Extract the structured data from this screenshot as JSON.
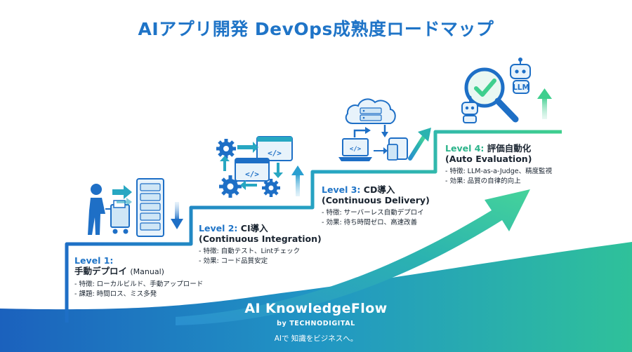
{
  "title": "AIアプリ開発 DevOps成熟度ロードマップ",
  "levels": [
    {
      "level": "Level 1:",
      "name": "手動デプロイ",
      "name_en": "(Manual)",
      "bullets": [
        "- 特徴: ローカルビルド、手動アップロード",
        "- 課題: 時間ロス、ミス多発"
      ]
    },
    {
      "level": "Level 2:",
      "name": "CI導入",
      "name_en": "(Continuous Integration)",
      "bullets": [
        "- 特徴: 自動テスト、Lintチェック",
        "- 効果: コード品質安定"
      ]
    },
    {
      "level": "Level 3:",
      "name": "CD導入",
      "name_en": "(Continuous Delivery)",
      "bullets": [
        "- 特徴: サーバーレス自動デプロイ",
        "- 効果: 待ち時間ゼロ、高速改善"
      ]
    },
    {
      "level": "Level 4:",
      "name": "評価自動化",
      "name_en": "(Auto Evaluation)",
      "bullets": [
        "- 特徴: LLM-as-a-Judge、精度監視",
        "- 効果: 品質の自律的向上"
      ]
    }
  ],
  "icons": {
    "level1": [
      "person-cart-icon",
      "server-rack-icon",
      "arrow-right-icon",
      "arrow-down-icon"
    ],
    "level2": [
      "gear-icon",
      "code-window-icon",
      "cycle-arrows-icon",
      "arrow-up-icon"
    ],
    "level3": [
      "cloud-server-icon",
      "laptop-code-icon",
      "mobile-tablet-icon",
      "arrow-up-right-icon"
    ],
    "level4": [
      "magnifier-check-icon",
      "robot-icon",
      "arrow-up-icon"
    ],
    "llm_label": "LLM"
  },
  "footer": {
    "brand": "AI KnowledgeFlow",
    "byline": "by TECHNODIGITAL",
    "tagline": "AIで 知識をビジネスへ。"
  },
  "colors": {
    "title": "#1f74c7",
    "blue": "#1e6fc6",
    "teal": "#2bb3b0",
    "green": "#3fcf8e",
    "text": "#1a2430"
  }
}
